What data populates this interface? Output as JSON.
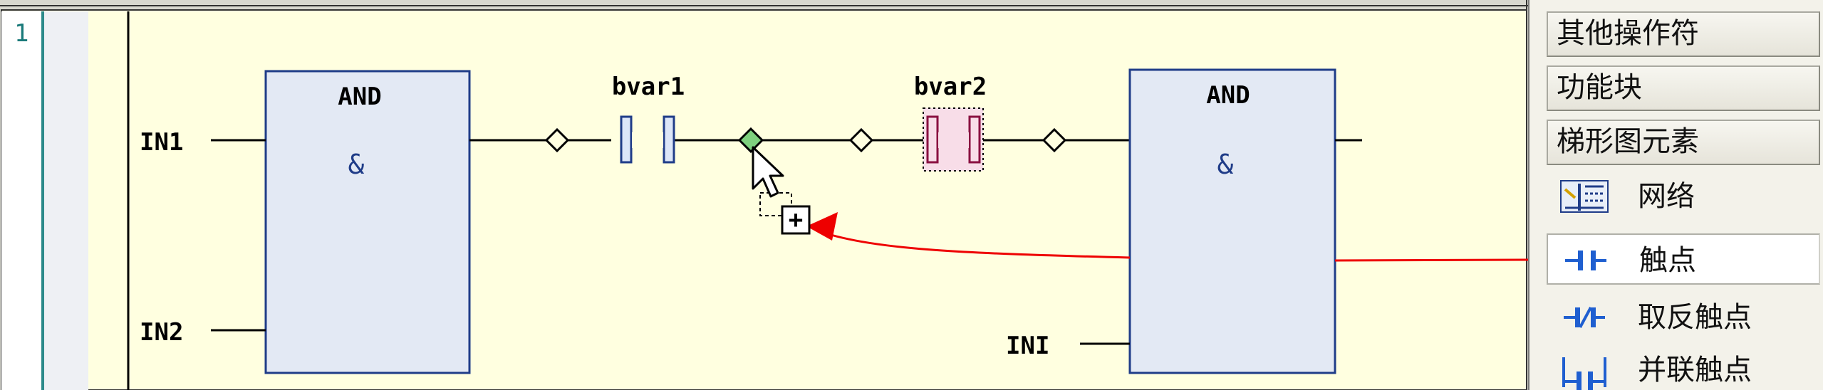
{
  "editor": {
    "row_number": "1",
    "left_block": {
      "title": "AND",
      "symbol": "&",
      "inputs": [
        "IN1",
        "IN2"
      ]
    },
    "contacts": [
      {
        "name": "bvar1"
      },
      {
        "name": "bvar2"
      }
    ],
    "right_block": {
      "title": "AND",
      "symbol": "&",
      "input2": "INI"
    },
    "insert_marker": "+",
    "colors": {
      "background": "#ffffe0",
      "block_fill": "#e3e9f4",
      "block_border": "#1f3c88",
      "arrow": "#ee0000",
      "highlight": "#f8dde8",
      "drop_point": "#7ed07e"
    }
  },
  "toolbox": {
    "categories": [
      "其他操作符",
      "功能块",
      "梯形图元素"
    ],
    "tools": [
      {
        "label": "网络",
        "icon": "network-icon"
      },
      {
        "label": "触点",
        "icon": "contact-icon"
      },
      {
        "label": "取反触点",
        "icon": "negated-contact-icon"
      },
      {
        "label": "并联触点",
        "icon": "parallel-contact-icon"
      }
    ]
  }
}
